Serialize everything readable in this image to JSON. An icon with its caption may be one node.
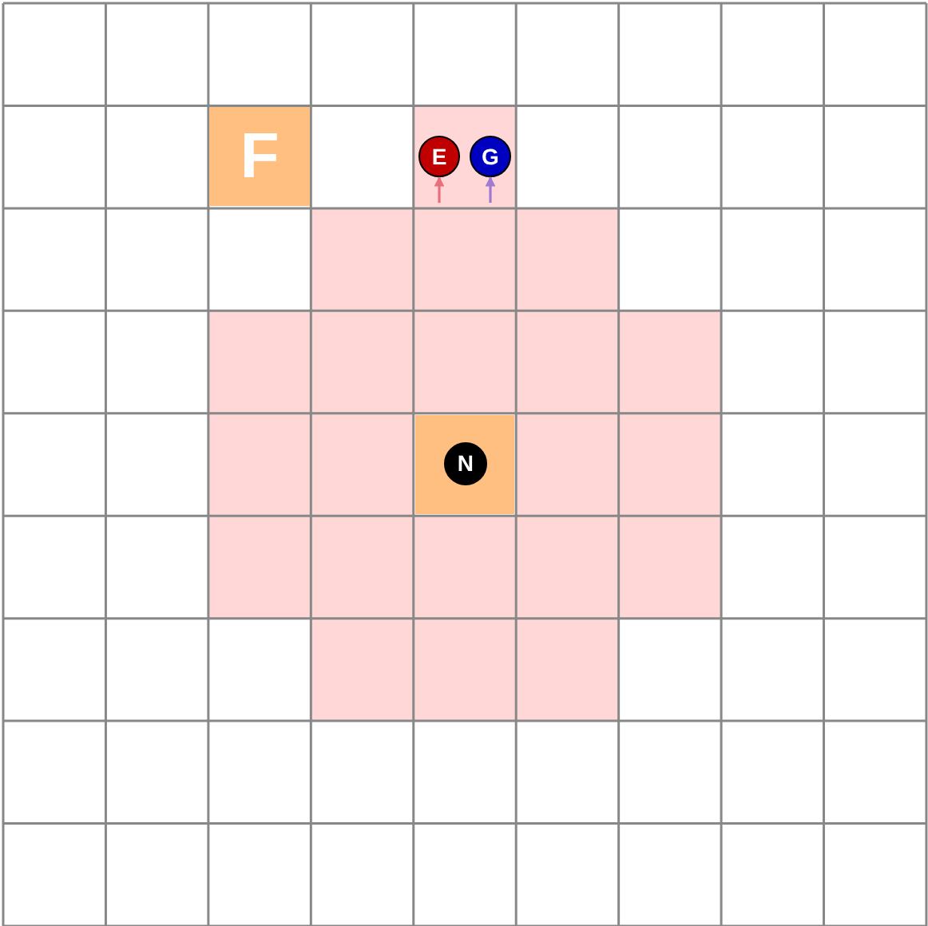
{
  "diagram": {
    "nodes": [
      {
        "text": [
          "F"
        ]
      },
      {
        "text": [
          "E"
        ]
      },
      {
        "text": [
          "G"
        ]
      },
      {
        "text": [],
        "shape": "box"
      },
      {
        "text": [
          "N"
        ],
        "in": 3
      }
    ],
    "edges": [
      {
        "from": null,
        "to": 1,
        "arrow": "to",
        "color": "#e8707c"
      },
      {
        "from": null,
        "to": 2,
        "arrow": "to",
        "color": "#a07ad0"
      }
    ]
  }
}
